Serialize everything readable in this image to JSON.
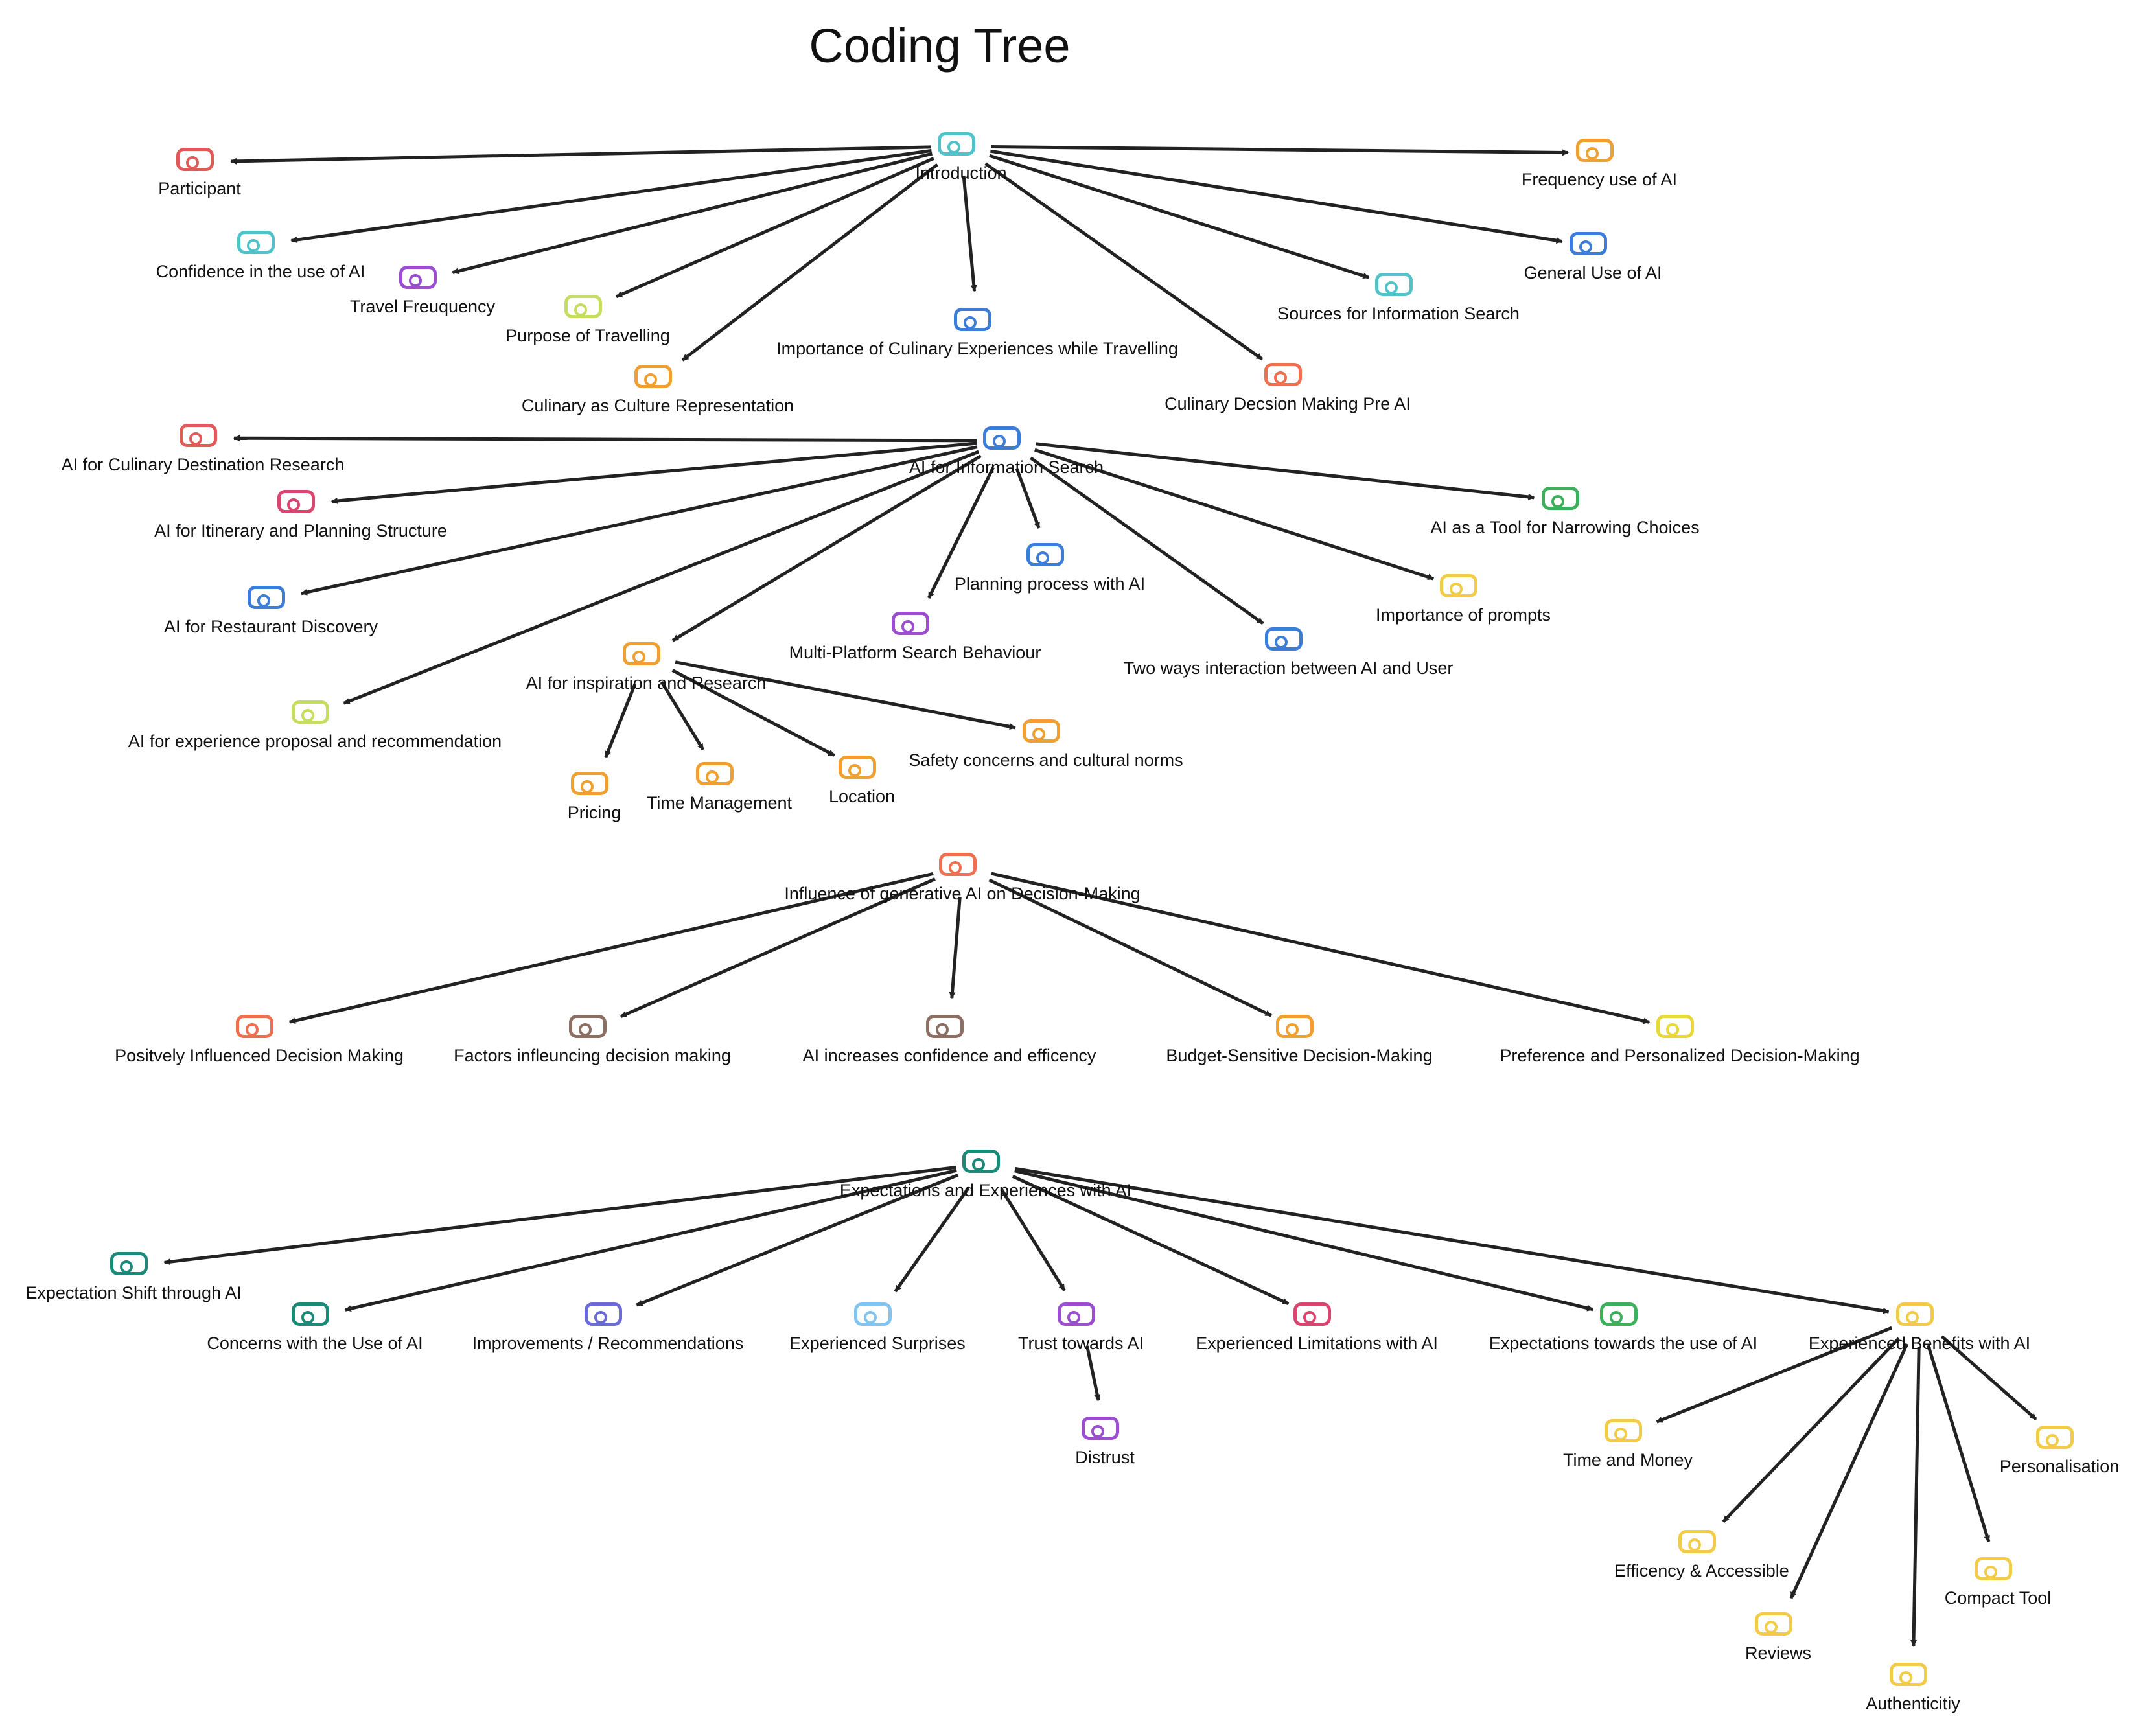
{
  "title": "Coding Tree",
  "nodes": {
    "intro": {
      "label": "Introduction",
      "color": "#4fc3c9"
    },
    "participant": {
      "label": "Participant",
      "color": "#e05a5a"
    },
    "freq_ai": {
      "label": "Frequency use of AI",
      "color": "#f0a030"
    },
    "confidence": {
      "label": "Confidence in the use of AI",
      "color": "#4fc3c9"
    },
    "general_use": {
      "label": "General Use of AI",
      "color": "#3b7dd8"
    },
    "travel_freq": {
      "label": "Travel Freuquency",
      "color": "#9b4fd0"
    },
    "purpose": {
      "label": "Purpose of Travelling",
      "color": "#c5dd60"
    },
    "sources": {
      "label": "Sources for Information Search",
      "color": "#4fc3c9"
    },
    "importance_culinary": {
      "label": "Importance of Culinary Experiences while Travelling",
      "color": "#3b7dd8"
    },
    "culinary_culture": {
      "label": "Culinary as Culture Representation",
      "color": "#f0a030"
    },
    "culinary_pre_ai": {
      "label": "Culinary Decsion Making Pre AI",
      "color": "#ee7050"
    },
    "info_search": {
      "label": "AI for Information Search",
      "color": "#3b7dd8"
    },
    "culinary_dest": {
      "label": "AI for Culinary Destination Research",
      "color": "#e05a5a"
    },
    "itinerary": {
      "label": "AI for Itinerary and Planning Structure",
      "color": "#d9456e"
    },
    "narrowing": {
      "label": "AI as a Tool for Narrowing Choices",
      "color": "#3cb05a"
    },
    "planning": {
      "label": "Planning process with AI",
      "color": "#3b7dd8"
    },
    "restaurant": {
      "label": "AI for Restaurant Discovery",
      "color": "#3b7dd8"
    },
    "prompts": {
      "label": "Importance of prompts",
      "color": "#f2cc48"
    },
    "multi_platform": {
      "label": "Multi-Platform Search Behaviour",
      "color": "#9b4fd0"
    },
    "two_ways": {
      "label": "Two ways interaction between AI and User",
      "color": "#3b7dd8"
    },
    "inspiration": {
      "label": "AI for inspiration and Research",
      "color": "#f0a030"
    },
    "experience_proposal": {
      "label": "AI for experience proposal and recommendation",
      "color": "#c5dd60"
    },
    "safety": {
      "label": "Safety concerns and cultural norms",
      "color": "#f0a030"
    },
    "pricing": {
      "label": "Pricing",
      "color": "#f0a030"
    },
    "time_mgmt": {
      "label": "Time Management",
      "color": "#f0a030"
    },
    "location": {
      "label": "Location",
      "color": "#f0a030"
    },
    "influence": {
      "label": "Influence of generative AI on Decision-Making",
      "color": "#ee7050"
    },
    "positive": {
      "label": "Positvely Influenced Decision Making",
      "color": "#ee7050"
    },
    "factors": {
      "label": "Factors infleuncing decision making",
      "color": "#8d6e63"
    },
    "confidence_eff": {
      "label": "AI increases confidence and efficency",
      "color": "#8d6e63"
    },
    "budget": {
      "label": "Budget-Sensitive Decision-Making",
      "color": "#f0a030"
    },
    "preference": {
      "label": "Preference and Personalized Decision-Making",
      "color": "#e8d838"
    },
    "expectations": {
      "label": "Expectations and Experiences with AI",
      "color": "#1a8a78"
    },
    "exp_shift": {
      "label": "Expectation Shift through AI",
      "color": "#1a8a78"
    },
    "concerns": {
      "label": "Concerns with the Use of AI",
      "color": "#1a8a78"
    },
    "improvements": {
      "label": "Improvements / Recommendations",
      "color": "#6a6ad8"
    },
    "surprises": {
      "label": "Experienced Surprises",
      "color": "#82c4f0"
    },
    "trust": {
      "label": "Trust towards AI",
      "color": "#9b4fd0"
    },
    "limitations": {
      "label": "Experienced Limitations with AI",
      "color": "#d9456e"
    },
    "exp_towards": {
      "label": "Expectations towards the use of AI",
      "color": "#3cb05a"
    },
    "benefits": {
      "label": "Experienced Benefits with AI",
      "color": "#f2cc48"
    },
    "distrust": {
      "label": "Distrust",
      "color": "#9b4fd0"
    },
    "time_money": {
      "label": "Time and Money",
      "color": "#f2cc48"
    },
    "personalisation": {
      "label": "Personalisation",
      "color": "#f2cc48"
    },
    "efficiency": {
      "label": "Efficency & Accessible",
      "color": "#f2cc48"
    },
    "compact": {
      "label": "Compact Tool",
      "color": "#f2cc48"
    },
    "reviews": {
      "label": "Reviews",
      "color": "#f2cc48"
    },
    "authenticity": {
      "label": "Authenticitiy",
      "color": "#f2cc48"
    }
  },
  "edges": [
    [
      "intro",
      "participant"
    ],
    [
      "intro",
      "freq_ai"
    ],
    [
      "intro",
      "confidence"
    ],
    [
      "intro",
      "general_use"
    ],
    [
      "intro",
      "travel_freq"
    ],
    [
      "intro",
      "purpose"
    ],
    [
      "intro",
      "sources"
    ],
    [
      "intro",
      "importance_culinary"
    ],
    [
      "intro",
      "culinary_culture"
    ],
    [
      "intro",
      "culinary_pre_ai"
    ],
    [
      "info_search",
      "culinary_dest"
    ],
    [
      "info_search",
      "itinerary"
    ],
    [
      "info_search",
      "narrowing"
    ],
    [
      "info_search",
      "planning"
    ],
    [
      "info_search",
      "restaurant"
    ],
    [
      "info_search",
      "prompts"
    ],
    [
      "info_search",
      "multi_platform"
    ],
    [
      "info_search",
      "two_ways"
    ],
    [
      "info_search",
      "inspiration"
    ],
    [
      "info_search",
      "experience_proposal"
    ],
    [
      "inspiration",
      "safety"
    ],
    [
      "inspiration",
      "pricing"
    ],
    [
      "inspiration",
      "time_mgmt"
    ],
    [
      "inspiration",
      "location"
    ],
    [
      "influence",
      "positive"
    ],
    [
      "influence",
      "factors"
    ],
    [
      "influence",
      "confidence_eff"
    ],
    [
      "influence",
      "budget"
    ],
    [
      "influence",
      "preference"
    ],
    [
      "expectations",
      "exp_shift"
    ],
    [
      "expectations",
      "concerns"
    ],
    [
      "expectations",
      "improvements"
    ],
    [
      "expectations",
      "surprises"
    ],
    [
      "expectations",
      "trust"
    ],
    [
      "expectations",
      "limitations"
    ],
    [
      "expectations",
      "exp_towards"
    ],
    [
      "expectations",
      "benefits"
    ],
    [
      "trust",
      "distrust"
    ],
    [
      "benefits",
      "time_money"
    ],
    [
      "benefits",
      "personalisation"
    ],
    [
      "benefits",
      "efficiency"
    ],
    [
      "benefits",
      "compact"
    ],
    [
      "benefits",
      "reviews"
    ],
    [
      "benefits",
      "authenticity"
    ]
  ]
}
